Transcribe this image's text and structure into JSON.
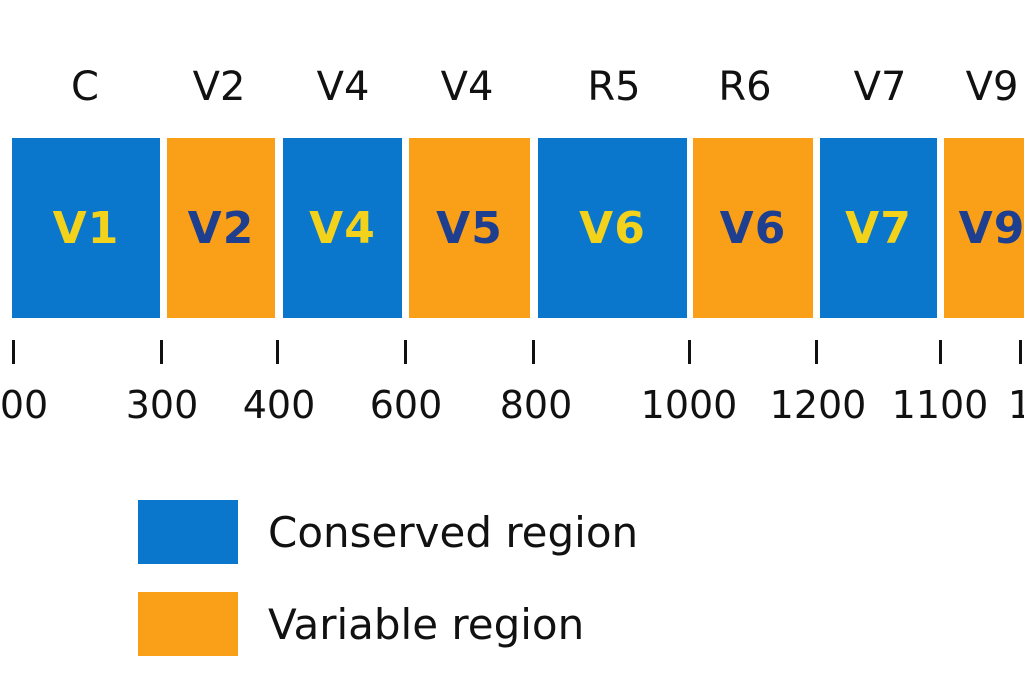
{
  "colors": {
    "conserved": "#0b77cc",
    "variable": "#f9a018",
    "conserved_text": "#f2d21a",
    "variable_text": "#1e3f8f"
  },
  "top_labels": [
    "C",
    "V2",
    "V4",
    "V4",
    "R5",
    "R6",
    "V7",
    "V9"
  ],
  "segments": [
    {
      "label": "V1",
      "type": "conserved"
    },
    {
      "label": "V2",
      "type": "variable"
    },
    {
      "label": "V4",
      "type": "conserved"
    },
    {
      "label": "V5",
      "type": "variable"
    },
    {
      "label": "V6",
      "type": "conserved"
    },
    {
      "label": "V6",
      "type": "variable"
    },
    {
      "label": "V7",
      "type": "conserved"
    },
    {
      "label": "V9",
      "type": "variable"
    }
  ],
  "tick_labels": [
    "00",
    "300",
    "400",
    "600",
    "800",
    "1000",
    "1200",
    "1100",
    "1"
  ],
  "legend": [
    {
      "label": "Conserved region",
      "type": "conserved"
    },
    {
      "label": "Variable region",
      "type": "variable"
    }
  ]
}
